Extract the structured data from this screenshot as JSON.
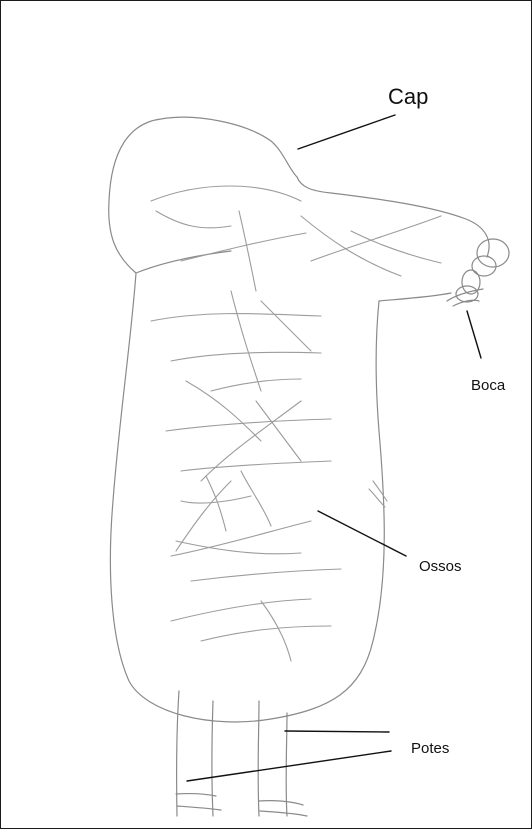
{
  "labels": {
    "head": "Cap",
    "mouth": "Boca",
    "bones": "Ossos",
    "legs": "Potes"
  }
}
